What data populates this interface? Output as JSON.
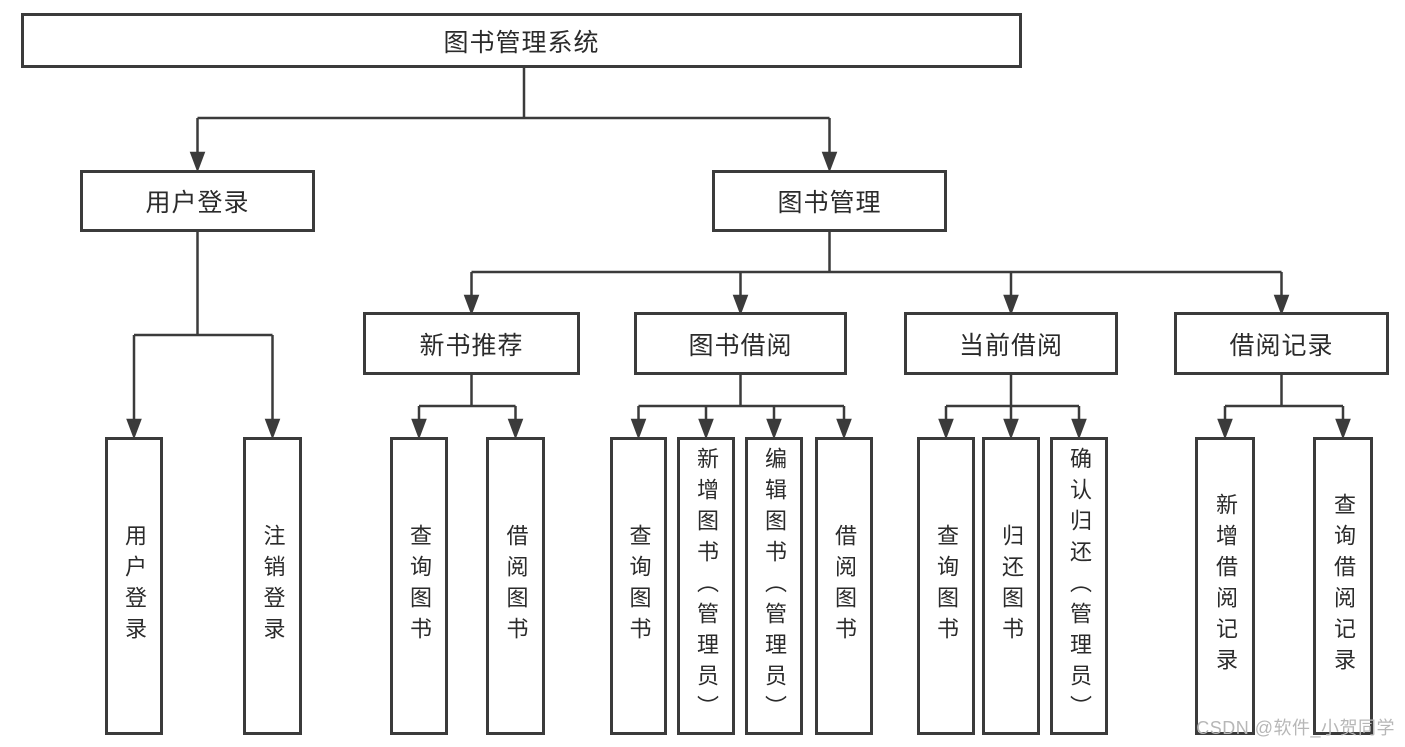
{
  "title": "图书管理系统",
  "level2": [
    {
      "label": "用户登录"
    },
    {
      "label": "图书管理"
    }
  ],
  "level3": [
    {
      "label": "新书推荐"
    },
    {
      "label": "图书借阅"
    },
    {
      "label": "当前借阅"
    },
    {
      "label": "借阅记录"
    }
  ],
  "leaves": {
    "user_login": [
      "用户登录",
      "注销登录"
    ],
    "new_book": [
      "查询图书",
      "借阅图书"
    ],
    "book_borrow": [
      "查询图书",
      "新增图书（管理员）",
      "编辑图书（管理员）",
      "借阅图书"
    ],
    "current_borrow": [
      "查询图书",
      "归还图书",
      "确认归还（管理员）"
    ],
    "borrow_records": [
      "新增借阅记录",
      "查询借阅记录"
    ]
  },
  "watermark": "CSDN @软件_小贺同学",
  "colors": {
    "line": "#3b3b3b",
    "text": "#2b2b2b",
    "watermark": "#b7b7b7",
    "background": "#ffffff"
  }
}
